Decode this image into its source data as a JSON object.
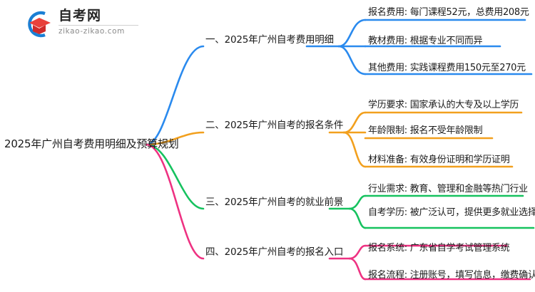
{
  "logo": {
    "name_cn": "自考网",
    "domain": "zikao-zikao.com",
    "mark_icon": "graduation-cap-logo-icon",
    "arc_color": "#1a7fd4",
    "cap_color": "#e8413c"
  },
  "mindmap": {
    "root": {
      "label": "2025年广州自考费用明细及预算规划"
    },
    "branches": [
      {
        "label": "一、2025年广州自考费用明细",
        "color": "#2a8aee",
        "children": [
          {
            "label": "报名费用: 每门课程52元，总费用208元"
          },
          {
            "label": "教材费用: 根据专业不同而异"
          },
          {
            "label": "其他费用: 实践课程费用150元至270元"
          }
        ]
      },
      {
        "label": "二、2025年广州自考的报名条件",
        "color": "#f2a01e",
        "children": [
          {
            "label": "学历要求: 国家承认的大专及以上学历"
          },
          {
            "label": "年龄限制: 报名不受年龄限制"
          },
          {
            "label": "材料准备: 有效身份证明和学历证明"
          }
        ]
      },
      {
        "label": "三、2025年广州自考的就业前景",
        "color": "#16c25f",
        "children": [
          {
            "label": "行业需求: 教育、管理和金融等热门行业"
          },
          {
            "label": "自考学历: 被广泛认可，提供更多就业选择"
          }
        ]
      },
      {
        "label": "四、2025年广州自考的报名入口",
        "color": "#ee3282",
        "children": [
          {
            "label": "报名系统: 广东省自学考试管理系统"
          },
          {
            "label": "报名流程: 注册账号，填写信息，缴费确认"
          }
        ]
      }
    ]
  }
}
